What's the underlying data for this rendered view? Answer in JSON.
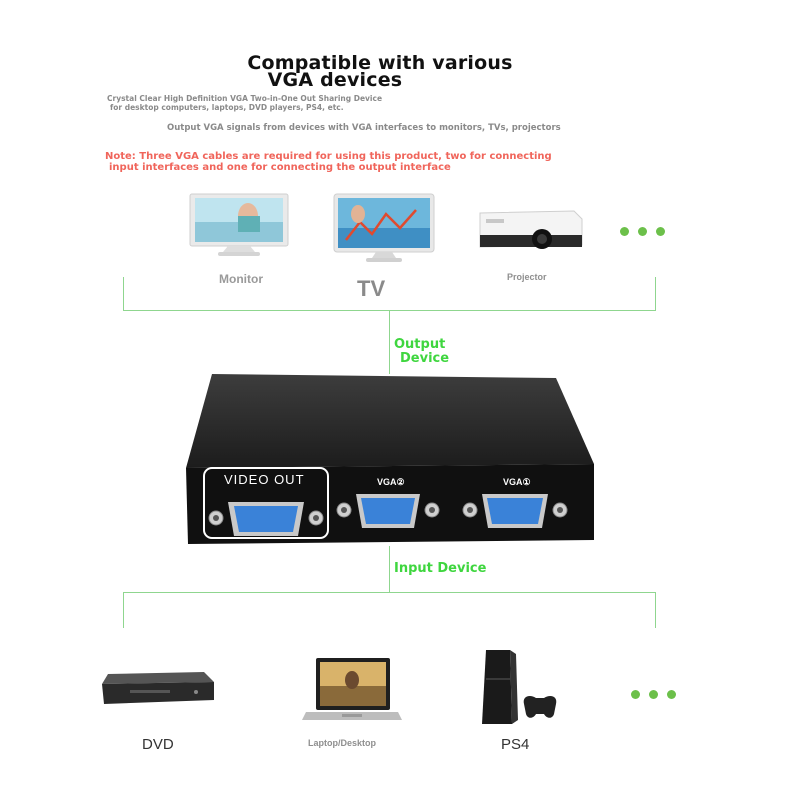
{
  "header": {
    "title_line1": "Compatible with various",
    "title_line2": "VGA devices",
    "subtitle_line1": "Crystal Clear High Definition VGA Two-in-One Out Sharing Device",
    "subtitle_line2": "for desktop computers, laptops, DVD players, PS4, etc.",
    "output_desc": "Output VGA signals from devices with VGA interfaces to monitors, TVs, projectors",
    "note_line1": "Note: Three VGA cables are required for using this product, two for connecting",
    "note_line2": "input interfaces and one for connecting the output interface"
  },
  "output_devices": {
    "monitor": "Monitor",
    "tv": "TV",
    "projector": "Projector",
    "section_label_line1": "Output",
    "section_label_line2": "Device"
  },
  "switch": {
    "video_out": "VIDEO OUT",
    "port_vga2": "VGA②",
    "port_vga1": "VGA①"
  },
  "input_devices": {
    "section_label": "Input Device",
    "dvd": "DVD",
    "laptop": "Laptop/Desktop",
    "ps4": "PS4"
  },
  "colors": {
    "accent_green": "#3fd63f",
    "note_red": "#f0655b",
    "connector_blue": "#3a82d8"
  }
}
